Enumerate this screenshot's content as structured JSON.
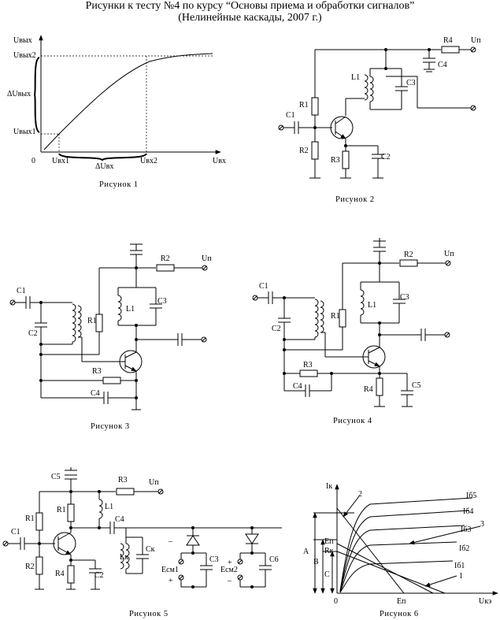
{
  "header": {
    "line1": "Рисунки к тесту №4 по курсу “Основы приема и обработки сигналов”",
    "line2": "(Нелинейные каскады, 2007 г.)"
  },
  "figures": {
    "fig1": {
      "caption": "Рисунок 1",
      "y_axis": "Uвых",
      "y2": "Uвых2",
      "dy": "ΔUвых",
      "y1": "Uвых1",
      "origin": "0",
      "x1": "Uвх1",
      "x2": "Uвх2",
      "dx": "ΔUвх",
      "x_axis": "Uвх"
    },
    "fig2": {
      "caption": "Рисунок 2",
      "labels": {
        "R4": "R4",
        "Un": "Uп",
        "C4": "C4",
        "L1": "L1",
        "C3": "C3",
        "R1": "R1",
        "C1": "C1",
        "R2": "R2",
        "R3": "R3",
        "C2": "C2"
      }
    },
    "fig3": {
      "caption": "Рисунок 3",
      "labels": {
        "R2": "R2",
        "Un": "Uп",
        "C1": "C1",
        "C2": "C2",
        "L1": "L1",
        "C3": "C3",
        "R1": "R1",
        "R3": "R3",
        "C4": "C4"
      }
    },
    "fig4": {
      "caption": "Рисунок 4",
      "labels": {
        "R2": "R2",
        "Un": "Uп",
        "C1": "C1",
        "C2": "C2",
        "L1": "L1",
        "C3": "C3",
        "R1": "R1",
        "R3": "R3",
        "C4": "C4",
        "R4": "R4",
        "C5": "C5"
      }
    },
    "fig5": {
      "caption": "Рисунок 5",
      "labels": {
        "C5": "C5",
        "R3": "R3",
        "Un": "Uп",
        "R1": "R1",
        "L1": "L1",
        "C4": "C4",
        "C1": "C1",
        "R2": "R2",
        "R4": "R4",
        "C2": "C2",
        "Lk": "Lк",
        "Ck": "Cк",
        "Ecm1": "Eсм1",
        "Ecm2": "Eсм2",
        "C3": "C3",
        "C6": "C6",
        "minus": "–",
        "plus": "+"
      }
    },
    "fig6": {
      "caption": "Рисунок 6",
      "labels": {
        "Ik": "Iк",
        "n2": "2",
        "A": "A",
        "B": "B",
        "C": "C",
        "Ep": "Eп",
        "Rk": "Rк",
        "I65": "Iб5",
        "I64": "Iб4",
        "I63": "Iб3",
        "n3": "3",
        "I62": "Iб2",
        "I61": "Iб1",
        "n1": "1",
        "origin": "0",
        "Ep_axis": "Eп",
        "Uke": "Uкэ"
      }
    }
  }
}
